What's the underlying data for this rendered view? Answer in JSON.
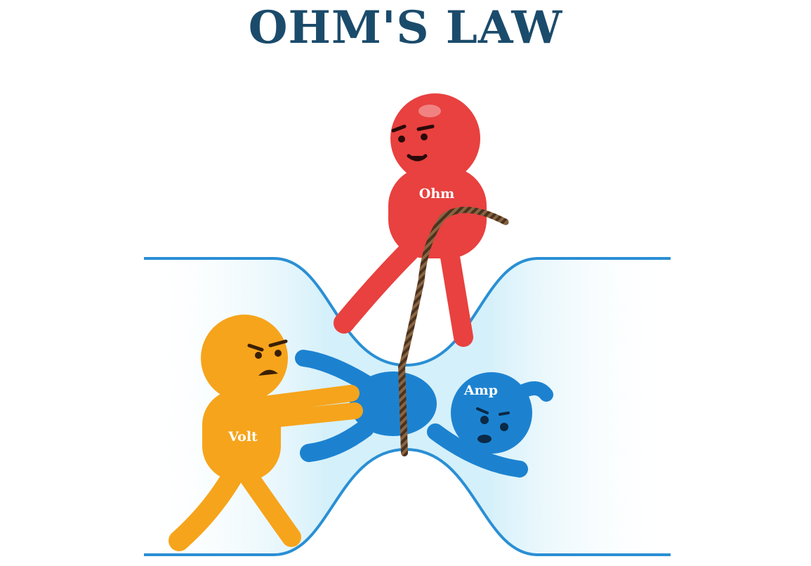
{
  "title": "OHM'S LAW",
  "characters": {
    "ohm": {
      "label": "Ohm",
      "color": "#e8413f"
    },
    "volt": {
      "label": "Volt",
      "color": "#f6a41b"
    },
    "amp": {
      "label": "Amp",
      "color": "#1c82d0"
    }
  },
  "colors": {
    "title": "#1b4b6b",
    "tube_outline": "#2a8fd4",
    "tube_fill": "#dff3fb",
    "rope": "#6b4a2e"
  }
}
